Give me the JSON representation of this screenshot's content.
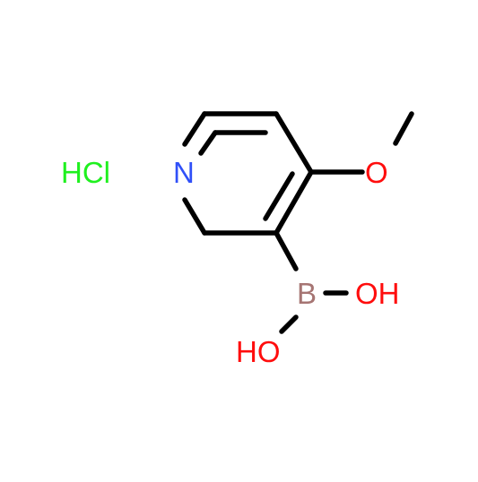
{
  "molecule": {
    "atoms": {
      "nitrogen": "N",
      "oxygen_methoxy": "O",
      "boron": "B",
      "hydroxyl_right": "OH",
      "hydroxyl_bottom": "HO"
    },
    "salt": "HCl"
  },
  "colors": {
    "bond": "#000000",
    "nitrogen": "#3050F8",
    "oxygen": "#FF0D0D",
    "boron": "#A67573",
    "chlorine_salt": "#1FF01F"
  }
}
